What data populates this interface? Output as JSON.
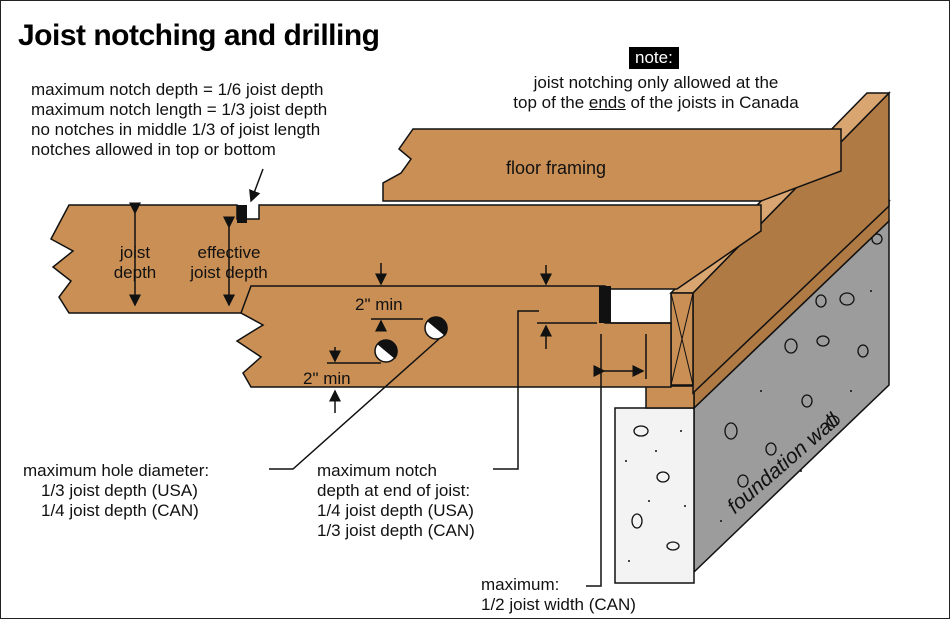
{
  "title": "Joist notching and drilling",
  "note": {
    "heading": "note:",
    "line1": "joist notching only allowed at the",
    "line2_before": "top of the ",
    "line2_underlined": "ends",
    "line2_after": " of the joists in Canada"
  },
  "rules": [
    "maximum notch depth = 1/6 joist depth",
    "maximum notch length = 1/3 joist depth",
    "no notches in middle 1/3 of joist length",
    "notches allowed in top or bottom"
  ],
  "labels": {
    "floor_framing": "floor framing",
    "joist_depth_1": "joist",
    "joist_depth_2": "depth",
    "effective_1": "effective",
    "effective_2": "joist depth",
    "min_top": "2\" min",
    "min_bottom": "2\" min",
    "foundation_wall": "foundation wall"
  },
  "hole_note": [
    "maximum hole diameter:",
    "1/3 joist depth (USA)",
    "1/4 joist depth (CAN)"
  ],
  "end_notch_note": [
    "maximum notch",
    "depth at end of joist:",
    "1/4 joist depth (USA)",
    "1/3 joist depth (CAN)"
  ],
  "width_note": [
    "maximum:",
    "1/2 joist width (CAN)"
  ],
  "colors": {
    "wood": "#c98f55",
    "wood_top": "#d9a570",
    "wood_dark": "#b07a44",
    "concrete_light": "#f3f3f3",
    "concrete_dark": "#9c9c9c",
    "outline": "#111111"
  }
}
